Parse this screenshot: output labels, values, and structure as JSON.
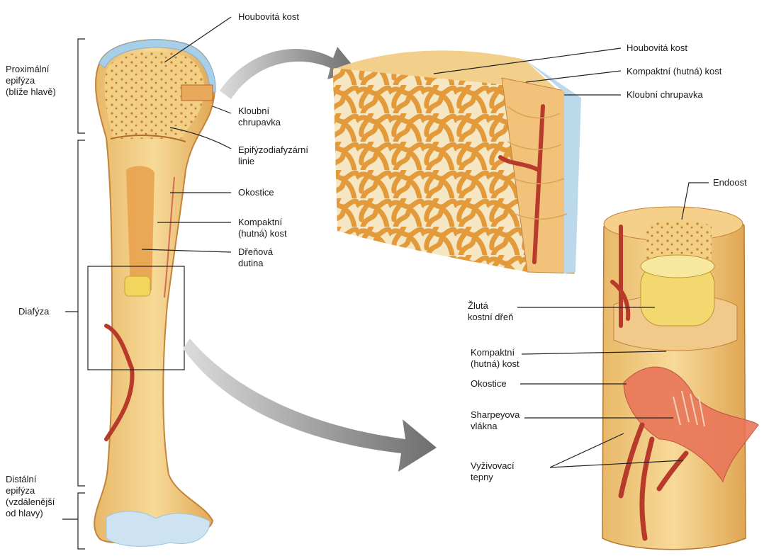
{
  "labels": {
    "proximal_epiphysis": [
      "Proximální",
      "epifýza",
      "(blíže hlavě)"
    ],
    "diaphysis": "Diafýza",
    "distal_epiphysis": [
      "Distální",
      "epifýza",
      "(vzdálenější",
      "od hlavy)"
    ],
    "spongy_bone_left": "Houbovitá kost",
    "articular_cartilage_left": [
      "Kloubní",
      "chrupavka"
    ],
    "epiphyseal_line": [
      "Epifýzodiafyzární",
      "linie"
    ],
    "periosteum_mid": "Okostice",
    "compact_bone_mid": [
      "Kompaktní",
      "(hutná) kost"
    ],
    "medullary_cavity": [
      "Dřeňová",
      "dutina"
    ],
    "spongy_bone_right": "Houbovitá kost",
    "compact_bone_right": "Kompaktní (hutná) kost",
    "articular_cartilage_right": "Kloubní chrupavka",
    "endosteum": "Endoost",
    "yellow_marrow": [
      "Žlutá",
      "kostní dřeň"
    ],
    "compact_bone_lower": [
      "Kompaktní",
      "(hutná) kost"
    ],
    "periosteum_lower": "Okostice",
    "sharpey_fibers": [
      "Sharpeyova",
      "vlákna"
    ],
    "nutrient_arteries": [
      "Vyživovací",
      "tepny"
    ]
  },
  "colors": {
    "bone": "#f0c878",
    "bone_dark": "#d9983e",
    "cartilage": "#bcd9ec",
    "artery": "#c0392b",
    "marrow": "#f4dc7a",
    "arrow": "#7a7a7a"
  }
}
